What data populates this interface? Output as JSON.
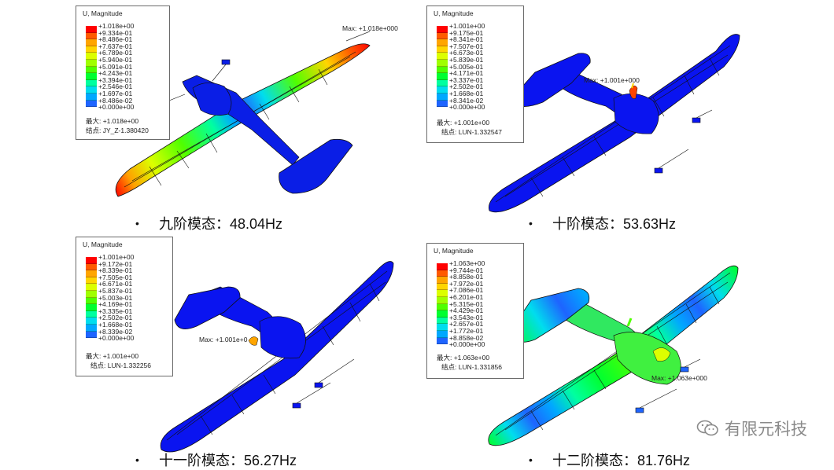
{
  "panels": [
    {
      "legend": {
        "title": "U, Magnitude",
        "values": [
          "+1.018e+00",
          "+9.334e-01",
          "+8.486e-01",
          "+7.637e-01",
          "+6.789e-01",
          "+5.940e-01",
          "+5.091e-01",
          "+4.243e-01",
          "+3.394e-01",
          "+2.546e-01",
          "+1.697e-01",
          "+8.486e-02",
          "+0.000e+00"
        ],
        "max_line": "最大: +1.018e+00",
        "node_line": "结点: JY_Z-1.380420"
      },
      "max_label": "Max: +1.018e+000",
      "caption": "九阶模态：48.04Hz"
    },
    {
      "legend": {
        "title": "U, Magnitude",
        "values": [
          "+1.001e+00",
          "+9.175e-01",
          "+8.341e-01",
          "+7.507e-01",
          "+6.673e-01",
          "+5.839e-01",
          "+5.005e-01",
          "+4.171e-01",
          "+3.337e-01",
          "+2.502e-01",
          "+1.668e-01",
          "+8.341e-02",
          "+0.000e+00"
        ],
        "max_line": "最大: +1.001e+00",
        "node_line": "结点: LUN-1.332547"
      },
      "max_label": "Max: +1.001e+000",
      "caption": "十阶模态：53.63Hz"
    },
    {
      "legend": {
        "title": "U, Magnitude",
        "values": [
          "+1.001e+00",
          "+9.172e-01",
          "+8.339e-01",
          "+7.505e-01",
          "+6.671e-01",
          "+5.837e-01",
          "+5.003e-01",
          "+4.169e-01",
          "+3.335e-01",
          "+2.502e-01",
          "+1.668e-01",
          "+8.339e-02",
          "+0.000e+00"
        ],
        "max_line": "最大: +1.001e+00",
        "node_line": "结点: LUN-1.332256"
      },
      "max_label": "Max: +1.001e+0",
      "caption": "十一阶模态：56.27Hz"
    },
    {
      "legend": {
        "title": "U, Magnitude",
        "values": [
          "+1.063e+00",
          "+9.744e-01",
          "+8.858e-01",
          "+7.972e-01",
          "+7.086e-01",
          "+6.201e-01",
          "+5.315e-01",
          "+4.429e-01",
          "+3.543e-01",
          "+2.657e-01",
          "+1.772e-01",
          "+8.858e-02",
          "+0.000e+00"
        ],
        "max_line": "最大: +1.063e+00",
        "node_line": "结点: LUN-1.331856"
      },
      "max_label": "Max: +1.063e+000",
      "caption": "十二阶模态：81.76Hz"
    }
  ],
  "bullet": "•",
  "watermark": "有限元科技",
  "colors": {
    "contour": [
      "#ff0000",
      "#ff5a00",
      "#ffa500",
      "#ffd500",
      "#dcff00",
      "#a0ff00",
      "#50ff00",
      "#00ff30",
      "#00ffa0",
      "#00ddee",
      "#00a8ff",
      "#1e64ff",
      "#0000ff"
    ],
    "mesh": "#101010"
  }
}
